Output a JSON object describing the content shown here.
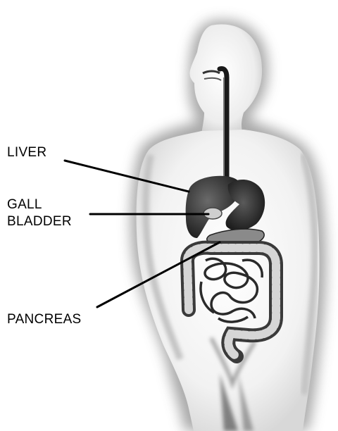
{
  "labels": {
    "liver": "LIVER",
    "gall_bladder_line1": "GALL",
    "gall_bladder_line2": "BLADDER",
    "pancreas": "PANCREAS"
  },
  "colors": {
    "background": "#ffffff",
    "ink": "#000000",
    "body_shade": "#b5b5b5",
    "organ_dark": "#2a2a2a"
  }
}
